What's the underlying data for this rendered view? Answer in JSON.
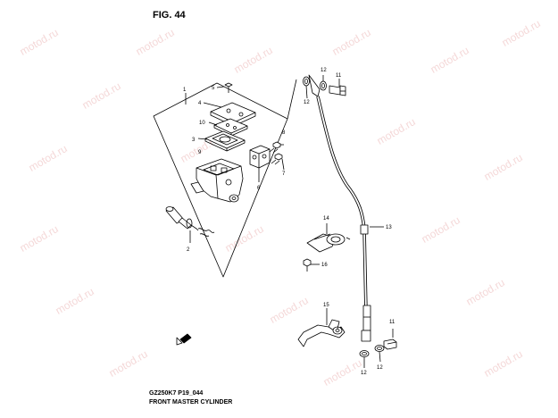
{
  "figure": {
    "title": "FIG. 44"
  },
  "watermark": "motod.ru",
  "captions": {
    "model_code": "GZ250K7 P19_044",
    "description": "FRONT MASTER CYLINDER"
  },
  "callouts": {
    "c1": "1",
    "c2": "2",
    "c3": "3",
    "c4": "4",
    "c5": "5",
    "c6": "6",
    "c7": "7",
    "c8": "8",
    "c9": "9",
    "c10": "10",
    "c11a": "11",
    "c11b": "11",
    "c12a": "12",
    "c12b": "12",
    "c12c": "12",
    "c12d": "12",
    "c13": "13",
    "c14": "14",
    "c15": "15",
    "c16": "16"
  },
  "colors": {
    "line": "#000000",
    "watermark": "#e8a9a9",
    "background": "#ffffff"
  }
}
